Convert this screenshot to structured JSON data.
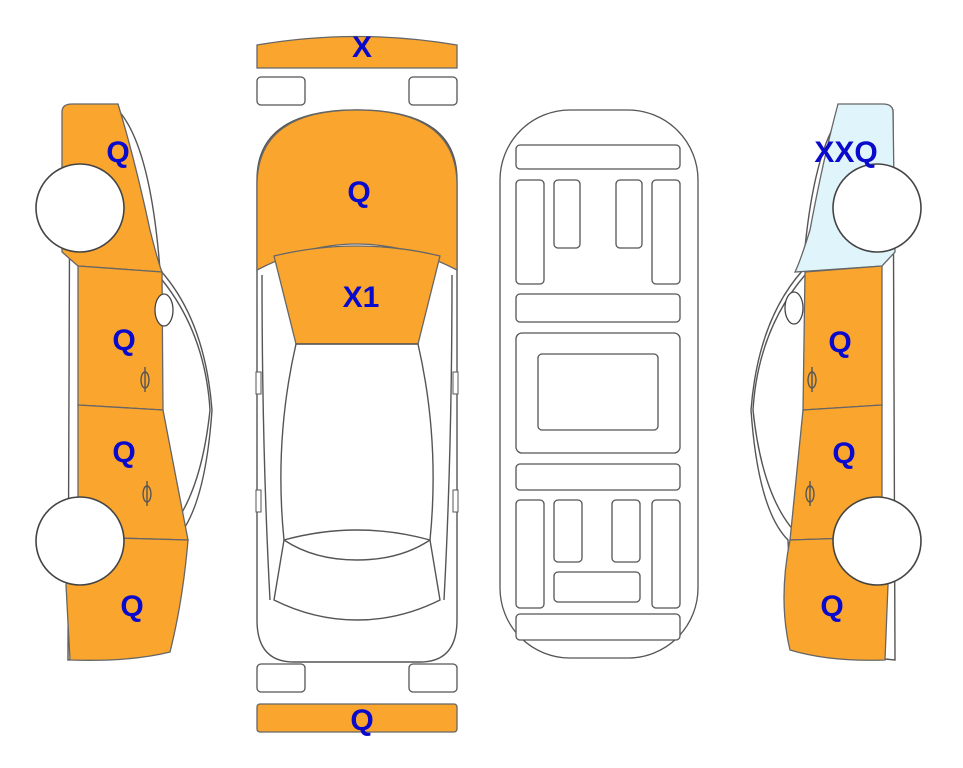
{
  "colors": {
    "marked": "#FAA62E",
    "light": "#DFF4FB",
    "plain": "#FFFFFF",
    "outline": "#555555",
    "label": "#0A0ACC"
  },
  "labels": {
    "front_bumper": "X",
    "hood": "Q",
    "windshield": "X1",
    "rear_bumper": "Q",
    "left_front_fender": "Q",
    "left_front_door": "Q",
    "left_rear_door": "Q",
    "left_rear_quarter": "Q",
    "right_front_fender": "XXQ",
    "right_front_door": "Q",
    "right_rear_door": "Q",
    "right_rear_quarter": "Q"
  }
}
